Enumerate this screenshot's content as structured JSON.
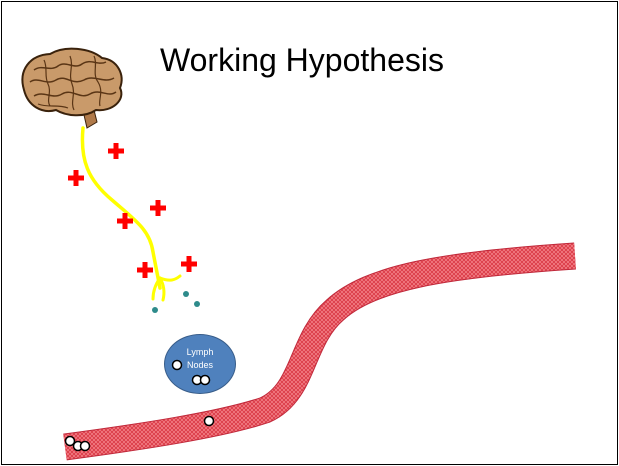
{
  "slide": {
    "title": "Working Hypothesis",
    "lymph_node_label_line1": "Lymph",
    "lymph_node_label_line2": "Nodes"
  },
  "colors": {
    "background": "#ffffff",
    "nerve": "#ffff00",
    "plus_sign": "#ff0000",
    "particle": "#2e8b8b",
    "lymph_node_fill": "#4f81bd",
    "lymph_node_stroke": "#385d8a",
    "vessel": "#e8505b",
    "cell_fill": "#ffffff",
    "cell_stroke": "#000000"
  },
  "icons": {
    "brain": "brain-icon",
    "plus": "plus-icon"
  }
}
